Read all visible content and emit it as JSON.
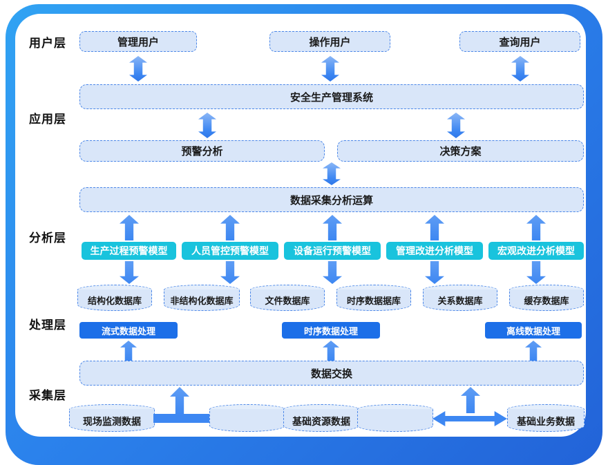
{
  "layers": {
    "user": "用户层",
    "app": "应用层",
    "analysis": "分析层",
    "process": "处理层",
    "collect": "采集层"
  },
  "users": [
    "管理用户",
    "操作用户",
    "查询用户"
  ],
  "system": "安全生产管理系统",
  "applications": [
    "预警分析",
    "决策方案"
  ],
  "compute": "数据采集分析运算",
  "models": [
    "生产过程预警模型",
    "人员管控预警模型",
    "设备运行预警模型",
    "管理改进分析模型",
    "宏观改进分析模型"
  ],
  "databases": [
    "结构化数据库",
    "非结构化数据库",
    "文件数据库",
    "时序数据据库",
    "关系数据库",
    "缓存数据库"
  ],
  "processors": [
    "流式数据处理",
    "时序数据处理",
    "离线数据处理"
  ],
  "exchange": "数据交换",
  "sources": [
    "现场监测数据",
    "基础资源数据",
    "基础业务数据"
  ],
  "colors": {
    "frame_gradient_start": "#31a3f3",
    "frame_gradient_end": "#2263d8",
    "box_fill": "#d9e6f9",
    "box_border": "#4a86e8",
    "model_fill": "#19c3dd",
    "processor_fill": "#1c6fe8",
    "arrow_blue": "#3d87f2",
    "arrow_light": "#8ab6f6",
    "text": "#1a1a1a"
  }
}
